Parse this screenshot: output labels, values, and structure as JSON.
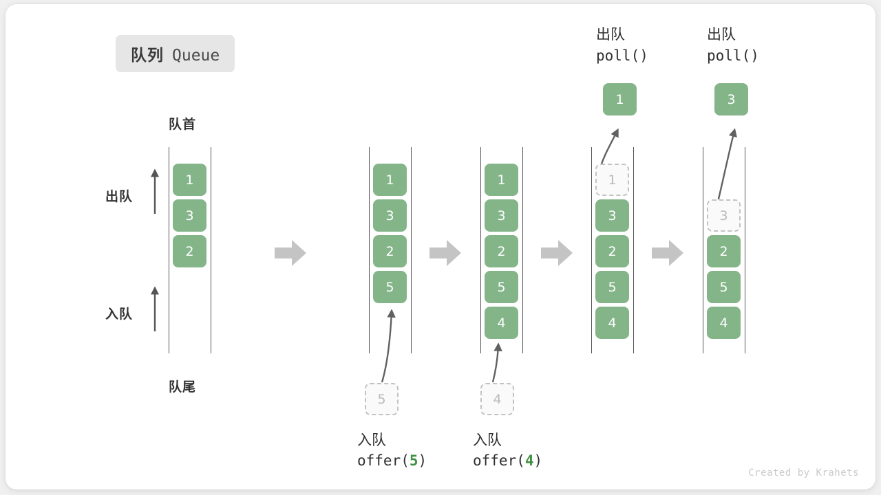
{
  "title": {
    "cn": "队列",
    "en": "Queue"
  },
  "labels": {
    "head": "队首",
    "tail": "队尾",
    "dequeue_side": "出队",
    "enqueue_side": "入队"
  },
  "colors": {
    "element_green": "#84b589",
    "ghost_gray": "#c2c2c2",
    "rail_gray": "#555555",
    "step_arrow_gray": "#c4c4c4",
    "badge_bg": "#e6e6e6",
    "code_accent_green": "#3f9142",
    "card_bg": "#ffffff",
    "page_bg": "#f0f0f0"
  },
  "steps": [
    {
      "name": "initial",
      "items": [
        "1",
        "3",
        "2"
      ],
      "ghost_index": -1,
      "caption": null
    },
    {
      "name": "offer-5",
      "items": [
        "1",
        "3",
        "2",
        "5"
      ],
      "ghost_index": -1,
      "pending": "5",
      "caption": {
        "cn": "入队",
        "code_prefix": "offer(",
        "code_value": "5",
        "code_suffix": ")"
      }
    },
    {
      "name": "offer-4",
      "items": [
        "1",
        "3",
        "2",
        "5",
        "4"
      ],
      "ghost_index": -1,
      "pending": "4",
      "caption": {
        "cn": "入队",
        "code_prefix": "offer(",
        "code_value": "4",
        "code_suffix": ")"
      }
    },
    {
      "name": "poll-1",
      "items": [
        "1",
        "3",
        "2",
        "5",
        "4"
      ],
      "ghost_index": 0,
      "popped": "1",
      "top_caption": {
        "cn": "出队",
        "code": "poll()"
      }
    },
    {
      "name": "poll-3",
      "items": [
        "",
        "3",
        "2",
        "5",
        "4"
      ],
      "ghost_index": 1,
      "popped": "3",
      "top_caption": {
        "cn": "出队",
        "code": "poll()"
      }
    }
  ],
  "credit": "Created by Krahets"
}
